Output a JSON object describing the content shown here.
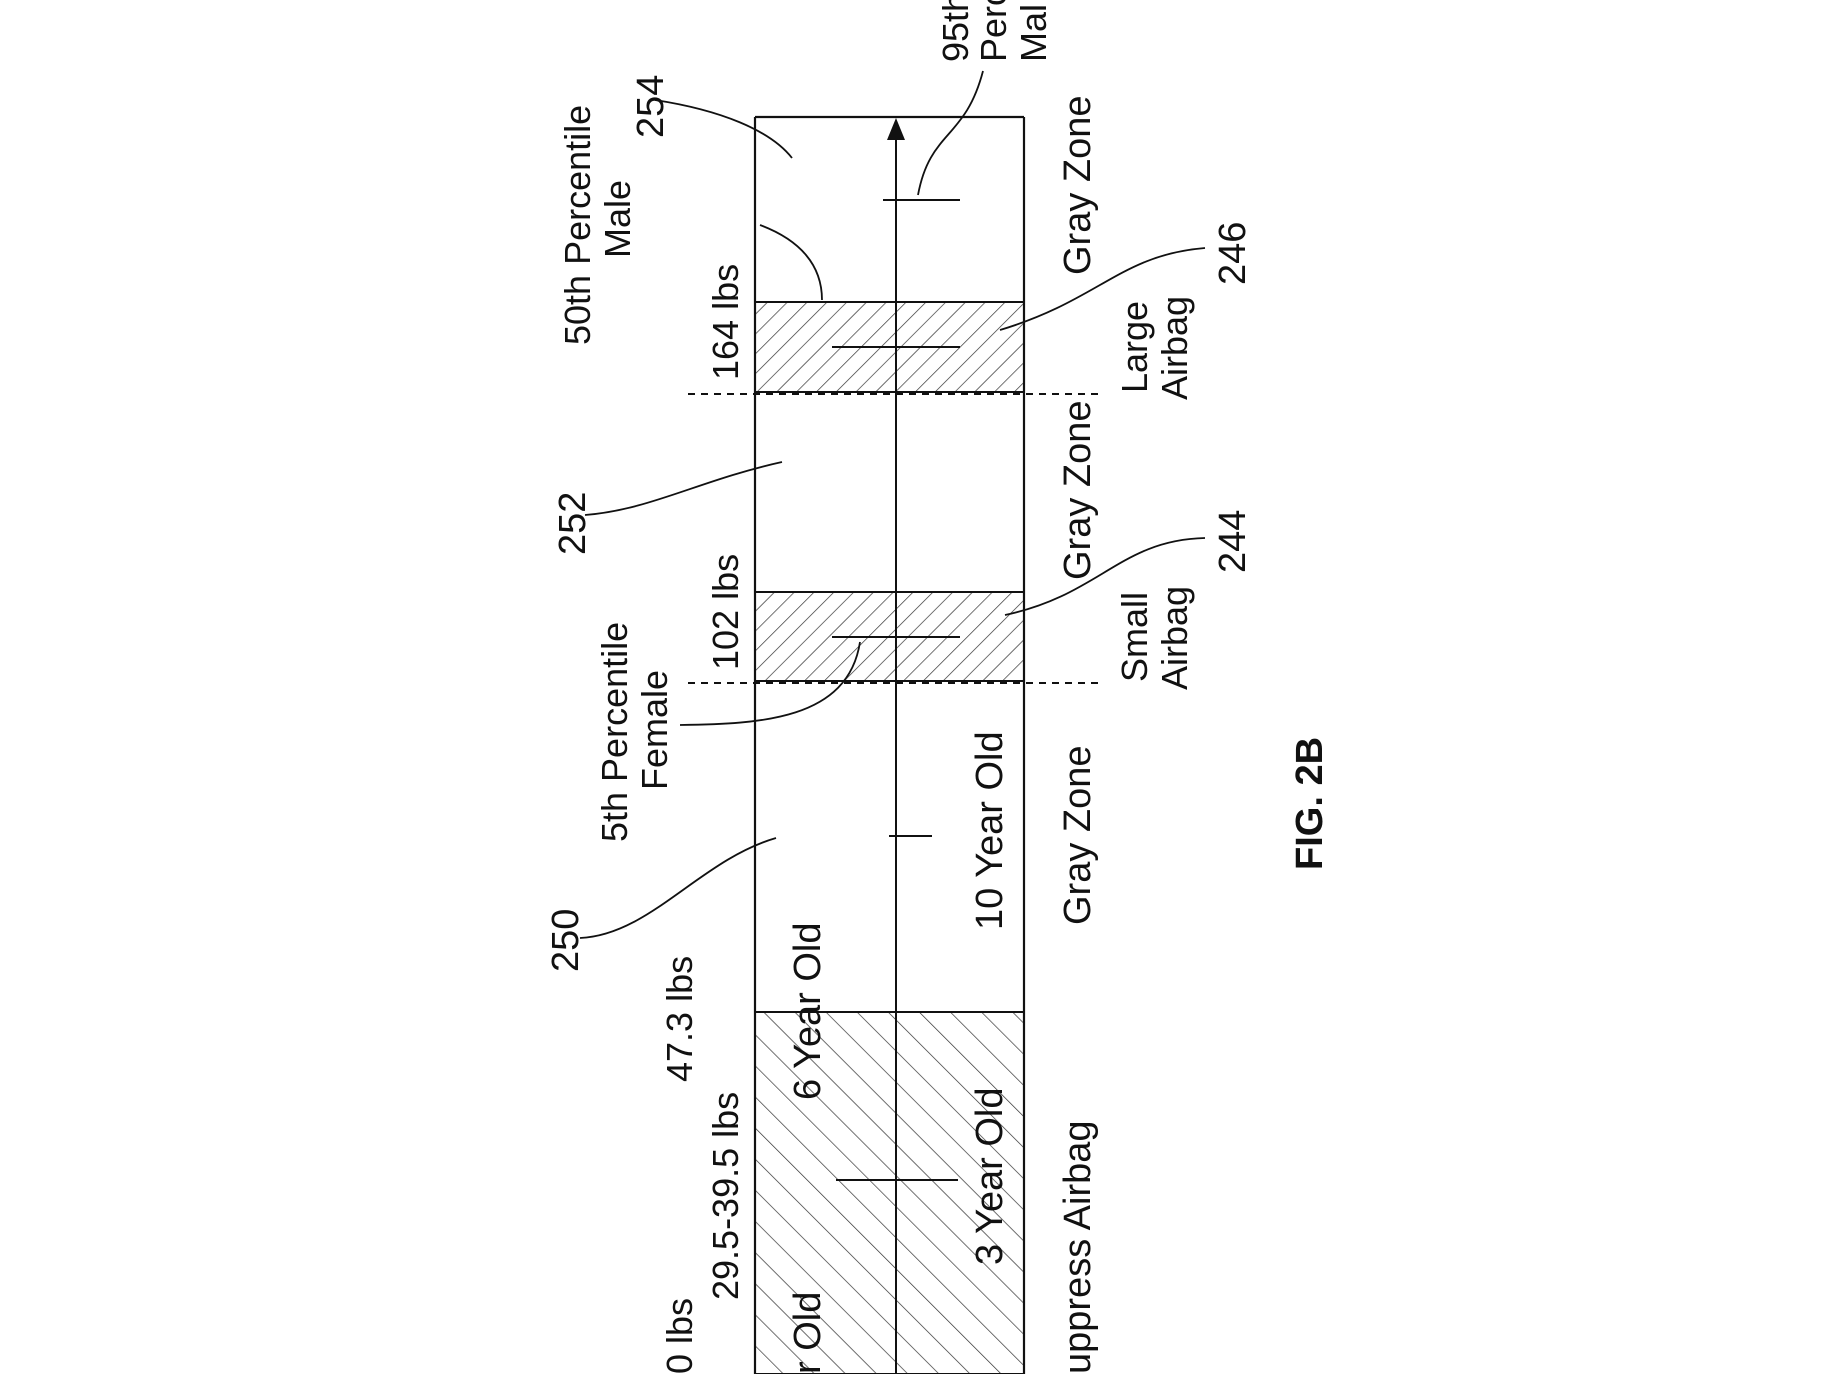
{
  "figure": {
    "caption": "FIG. 2B",
    "percentile_labels": {
      "p95": [
        "95th",
        "Perc",
        "Mal"
      ],
      "p50": [
        "50th Percentile",
        "Male"
      ],
      "p5": [
        "5th Percentile",
        "Female"
      ]
    },
    "weights": {
      "w164": "164 lbs",
      "w102": "102 lbs",
      "w47": "47.3 lbs",
      "w29": "29.5-39.5 lbs",
      "w_cut": "0 lbs"
    },
    "age_labels": {
      "ten": "10 Year Old",
      "six": "6 Year Old",
      "three": "3 Year Old",
      "cut": "r Old"
    },
    "zone_labels": {
      "gray_top": "Gray Zone",
      "gray_mid": "Gray Zone",
      "gray_bottom": "Gray Zone",
      "suppress": "uppress Airbag",
      "large_airbag": [
        "Large",
        "Airbag"
      ],
      "small_airbag": [
        "Small",
        "Airbag"
      ]
    },
    "reference_numerals": {
      "r254": "254",
      "r252": "252",
      "r250": "250",
      "r246": "246",
      "r244": "244"
    }
  }
}
